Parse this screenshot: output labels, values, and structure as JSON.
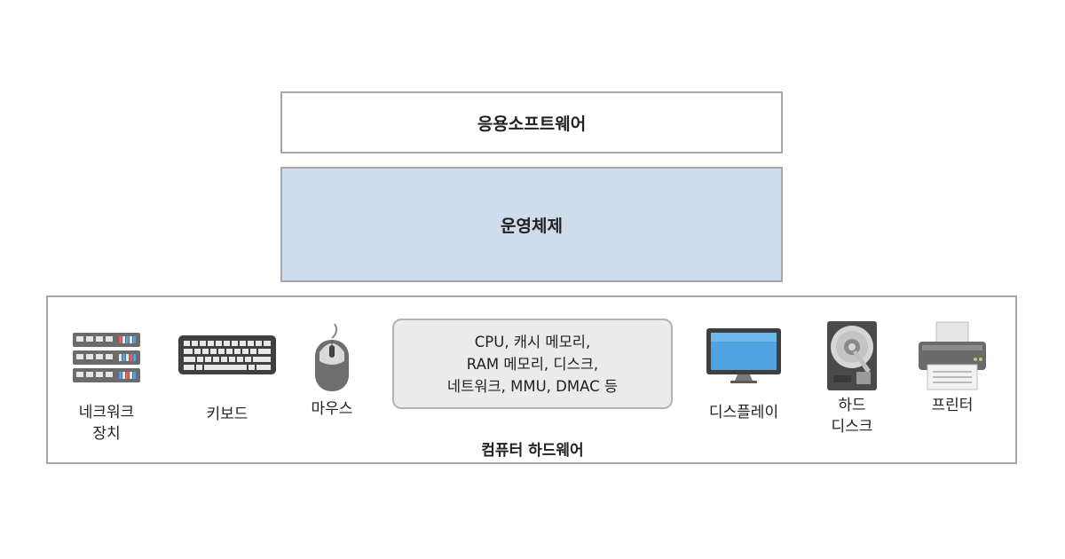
{
  "layers": {
    "application": "응용소프트웨어",
    "os": "운영체제"
  },
  "hardware": {
    "title": "컴퓨터 하드웨어",
    "components": "CPU, 캐시 메모리,\nRAM 메모리, 디스크,\n네트워크, MMU, DMAC 등",
    "devices": {
      "network": "네크워크\n장치",
      "keyboard": "키보드",
      "mouse": "마우스",
      "display": "디스플레이",
      "harddisk": "하드\n디스크",
      "printer": "프린터"
    }
  },
  "colors": {
    "os_fill": "#cfdcec",
    "border": "#a7a7a7",
    "component_fill": "#ebebeb"
  }
}
